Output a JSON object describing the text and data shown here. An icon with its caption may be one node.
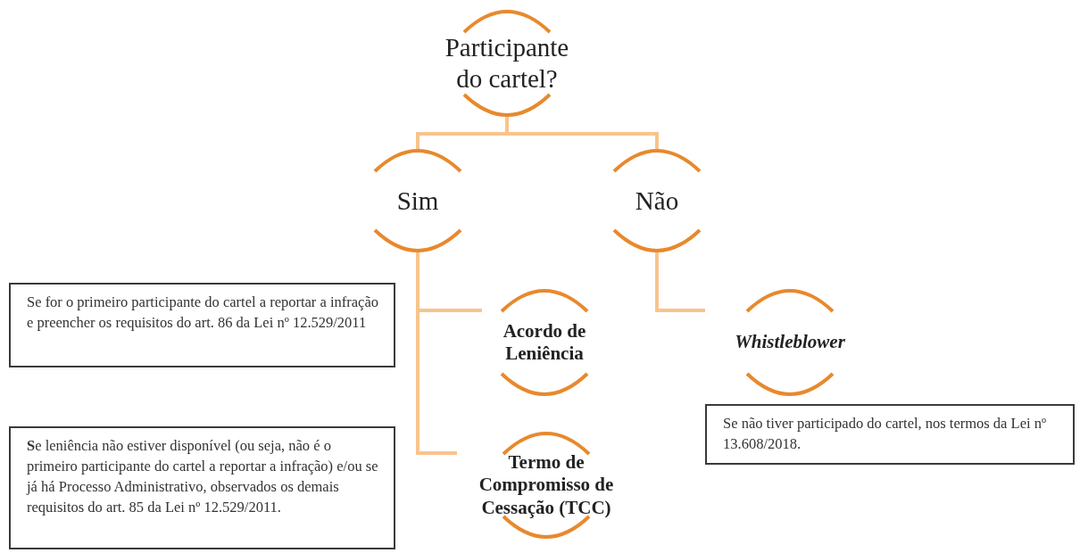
{
  "diagram": {
    "nodes": [
      {
        "text": [
          "Participante do cartel?"
        ]
      },
      {
        "text": [
          "Sim"
        ]
      },
      {
        "text": [
          "Não"
        ]
      },
      {
        "text": [
          "Acordo de Leniência"
        ]
      },
      {
        "text": [
          "Whistleblower"
        ]
      },
      {
        "text": [
          "Termo de Compromisso de Cessação (TCC)"
        ]
      },
      {
        "text": [
          "Se for o primeiro participante do cartel a reportar a infração e preencher os requisitos do art. 86 da Lei nº 12.529/2011"
        ]
      },
      {
        "text": [
          "Se não tiver participado do cartel, nos termos da Lei nº 13.608/2018."
        ]
      },
      {
        "text": [
          "**S**e leniência não estiver disponível (ou seja, não é o primeiro participante do cartel a reportar a infração) e/ou se já há Processo Administrativo, observados os demais requisitos do art. 85 da Lei nº 12.529/2011."
        ]
      }
    ],
    "edges": [
      {
        "from": 0,
        "to": 1,
        "arrow": "none"
      },
      {
        "from": 0,
        "to": 2,
        "arrow": "none"
      },
      {
        "from": 1,
        "to": 3,
        "arrow": "none"
      },
      {
        "from": 1,
        "to": 5,
        "arrow": "none"
      },
      {
        "from": 2,
        "to": 4,
        "arrow": "none"
      }
    ]
  }
}
